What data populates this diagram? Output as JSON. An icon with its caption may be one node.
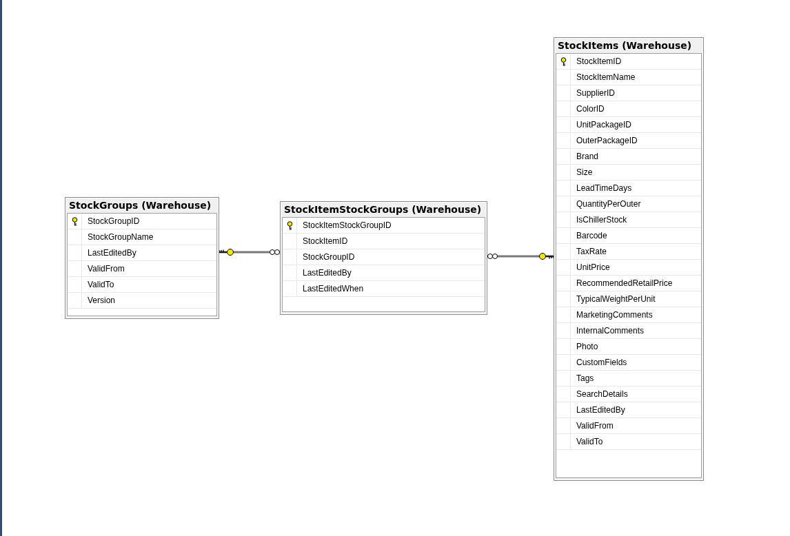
{
  "diagram": {
    "nodes": [
      {
        "text": [
          "StockGroups (Warehouse)",
          "StockGroupID",
          "StockGroupName",
          "LastEditedBy",
          "ValidFrom",
          "ValidTo",
          "Version"
        ]
      },
      {
        "text": [
          "StockItemStockGroups (Warehouse)",
          "StockItemStockGroupID",
          "StockItemID",
          "StockGroupID",
          "LastEditedBy",
          "LastEditedWhen"
        ]
      },
      {
        "text": [
          "StockItems (Warehouse)",
          "StockItemID",
          "StockItemName",
          "SupplierID",
          "ColorID",
          "UnitPackageID",
          "OuterPackageID",
          "Brand",
          "Size",
          "LeadTimeDays",
          "QuantityPerOuter",
          "IsChillerStock",
          "Barcode",
          "TaxRate",
          "UnitPrice",
          "RecommendedRetailPrice",
          "TypicalWeightPerUnit",
          "MarketingComments",
          "InternalComments",
          "Photo",
          "CustomFields",
          "Tags",
          "SearchDetails",
          "LastEditedBy",
          "ValidFrom",
          "ValidTo"
        ]
      }
    ],
    "edges": [
      {
        "from": 0,
        "to": 1,
        "arrow": "other"
      },
      {
        "from": 1,
        "to": 2,
        "arrow": "other"
      }
    ]
  }
}
